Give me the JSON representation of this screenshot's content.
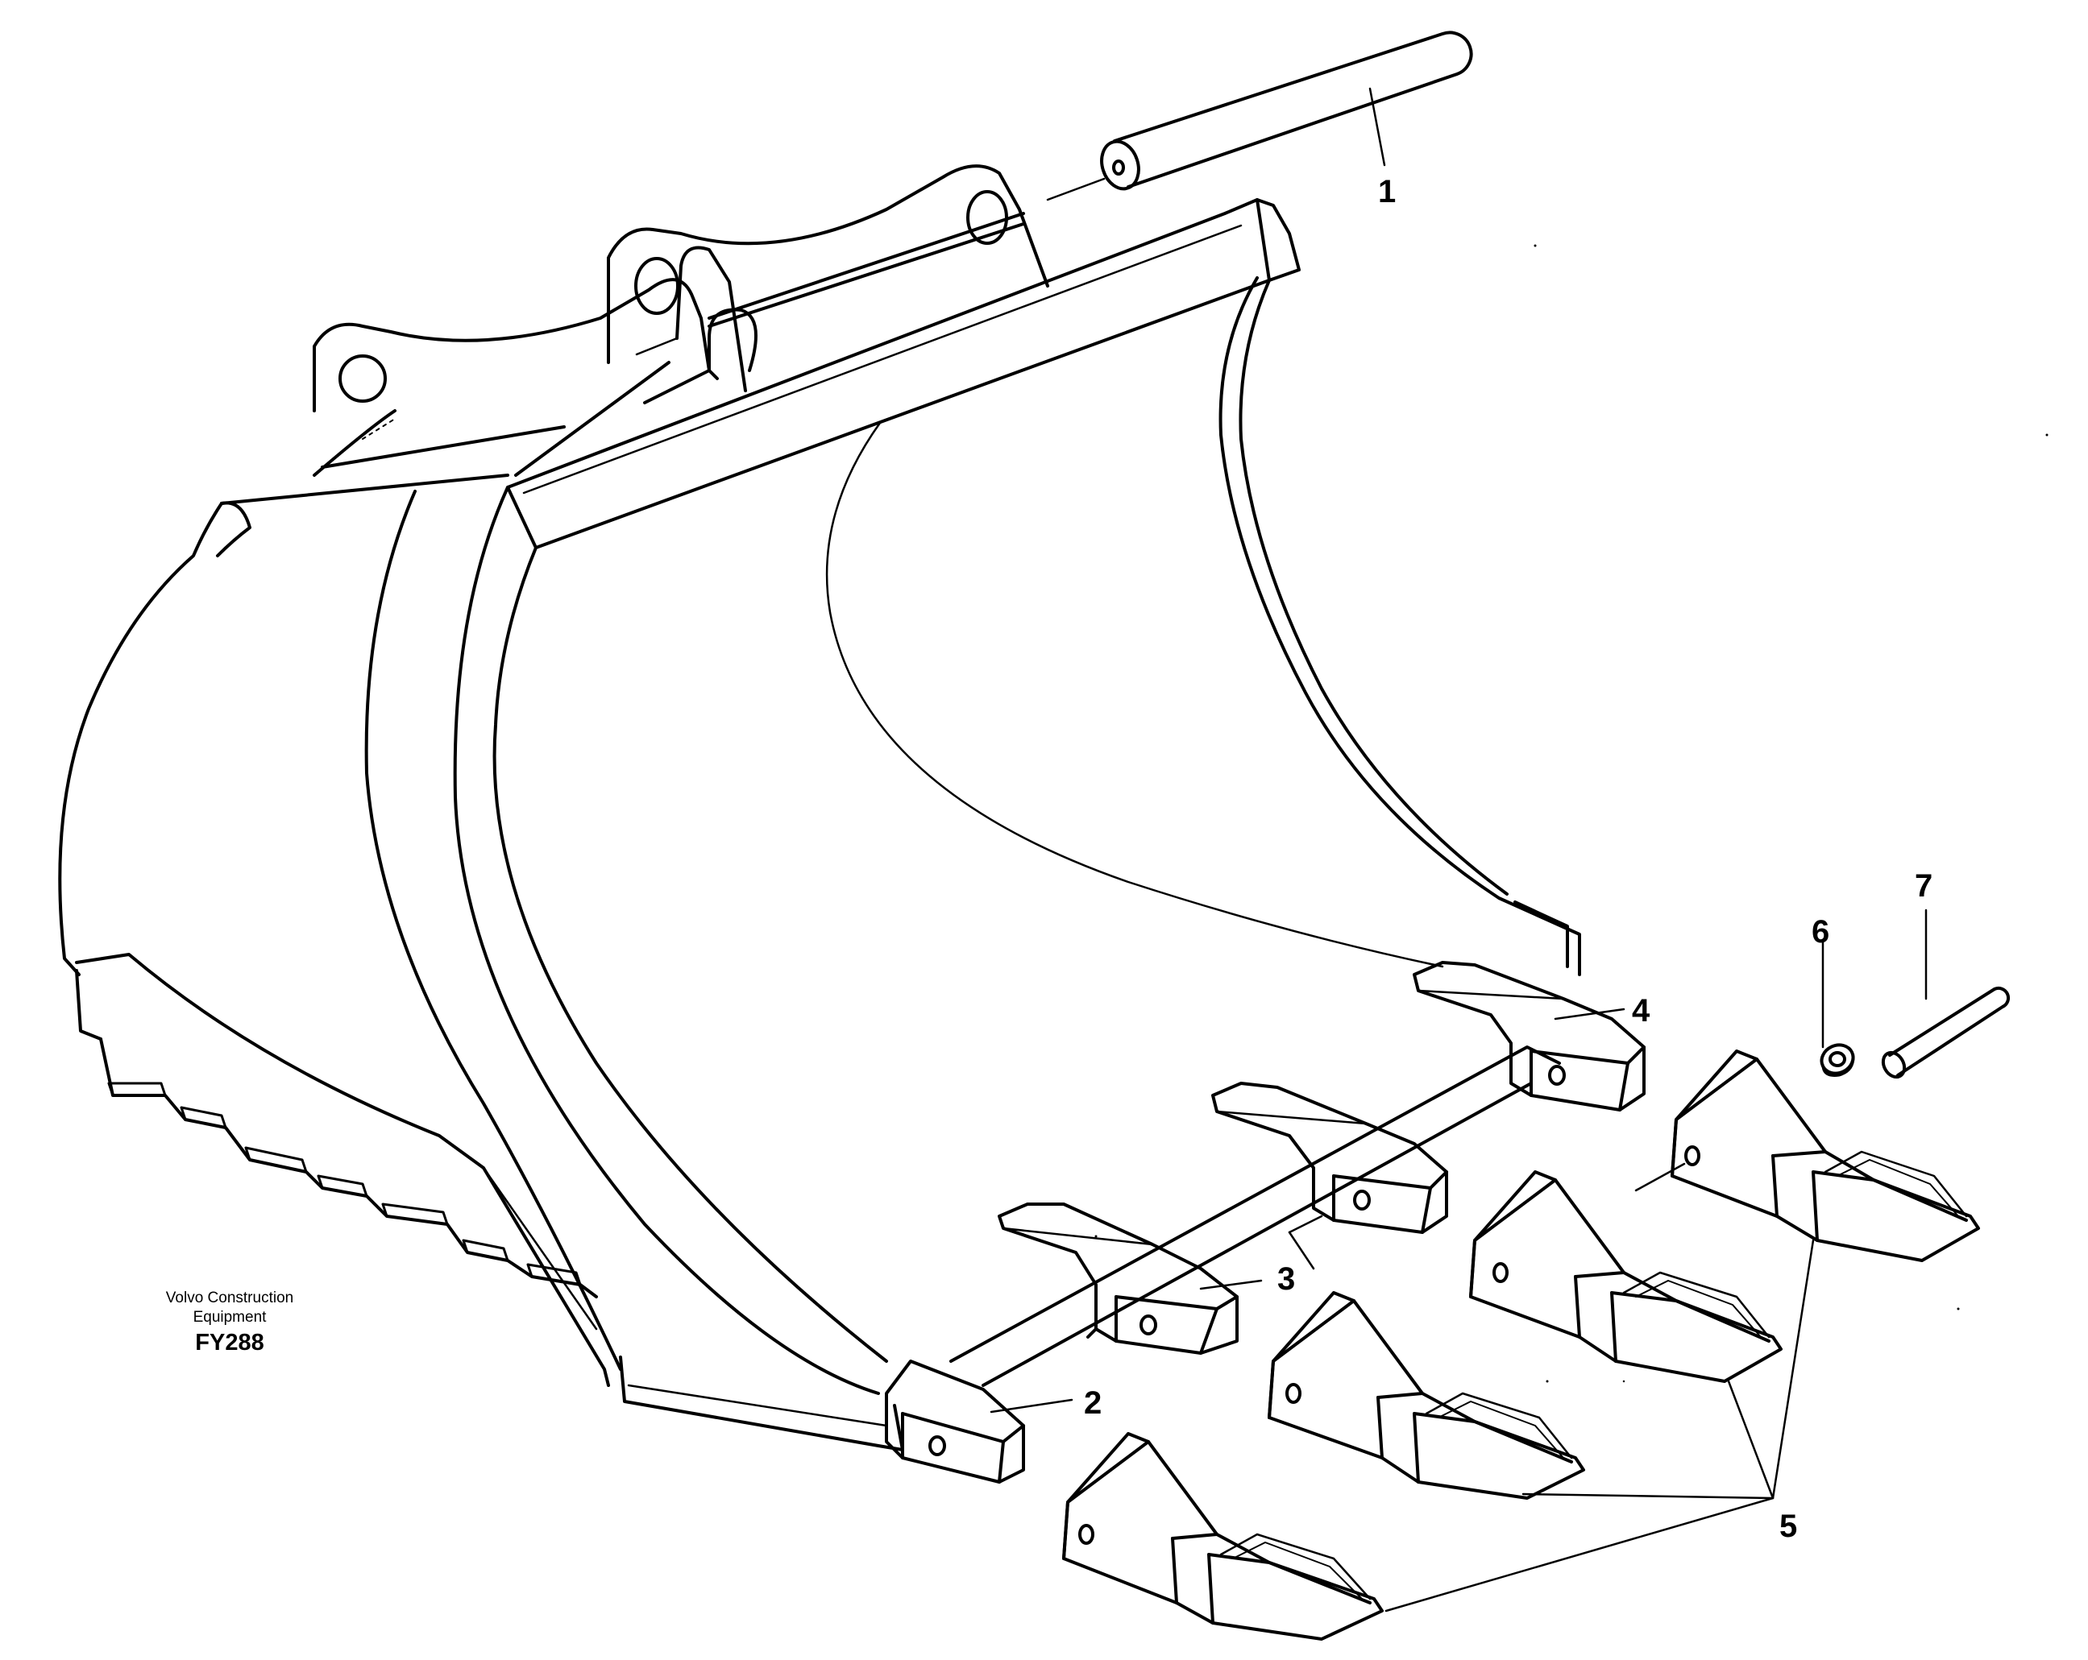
{
  "callouts": {
    "c1": "1",
    "c2": "2",
    "c3": "3",
    "c4": "4",
    "c5": "5",
    "c6": "6",
    "c7": "7"
  },
  "caption": {
    "line1": "Volvo Construction",
    "line2": "Equipment",
    "code": "FY288"
  },
  "colors": {
    "line": "#000000",
    "background": "#ffffff"
  }
}
